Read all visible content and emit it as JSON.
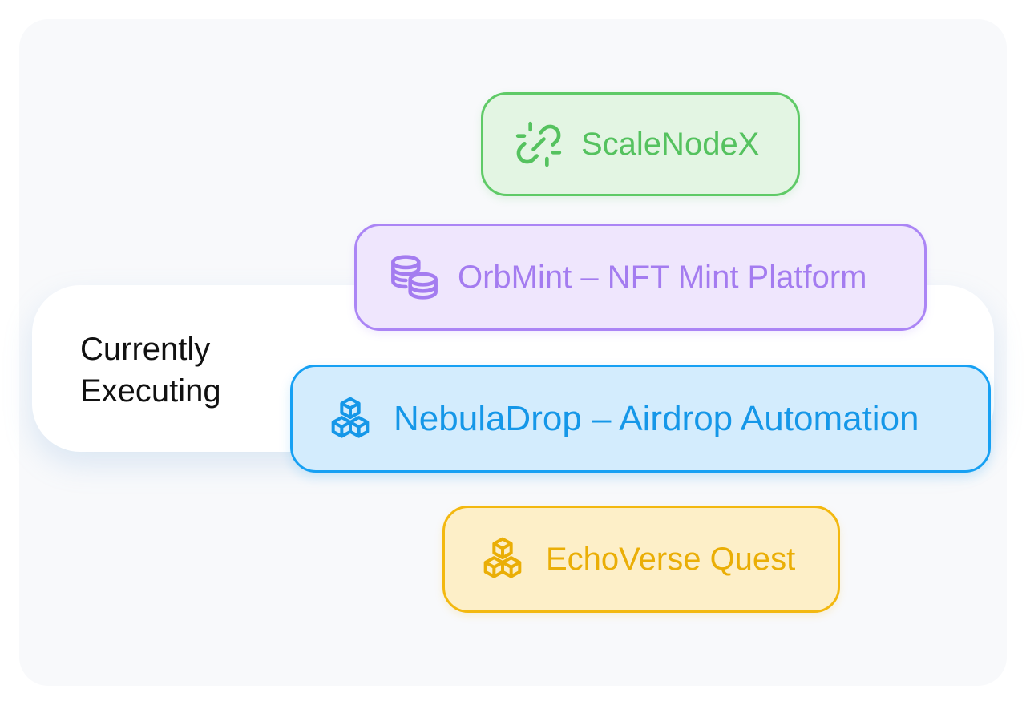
{
  "current": {
    "label": "Currently\nExecuting"
  },
  "projects": [
    {
      "name": "ScaleNodeX",
      "icon": "broken-link-icon",
      "color": "#55c25f"
    },
    {
      "name": "OrbMint – NFT Mint Platform",
      "icon": "coins-stack-icon",
      "color": "#a47cf0"
    },
    {
      "name": "NebulaDrop – Airdrop Automation",
      "icon": "cubes-stack-icon",
      "color": "#1597e8"
    },
    {
      "name": "EchoVerse Quest",
      "icon": "cubes-stack-icon",
      "color": "#eaae06"
    }
  ]
}
